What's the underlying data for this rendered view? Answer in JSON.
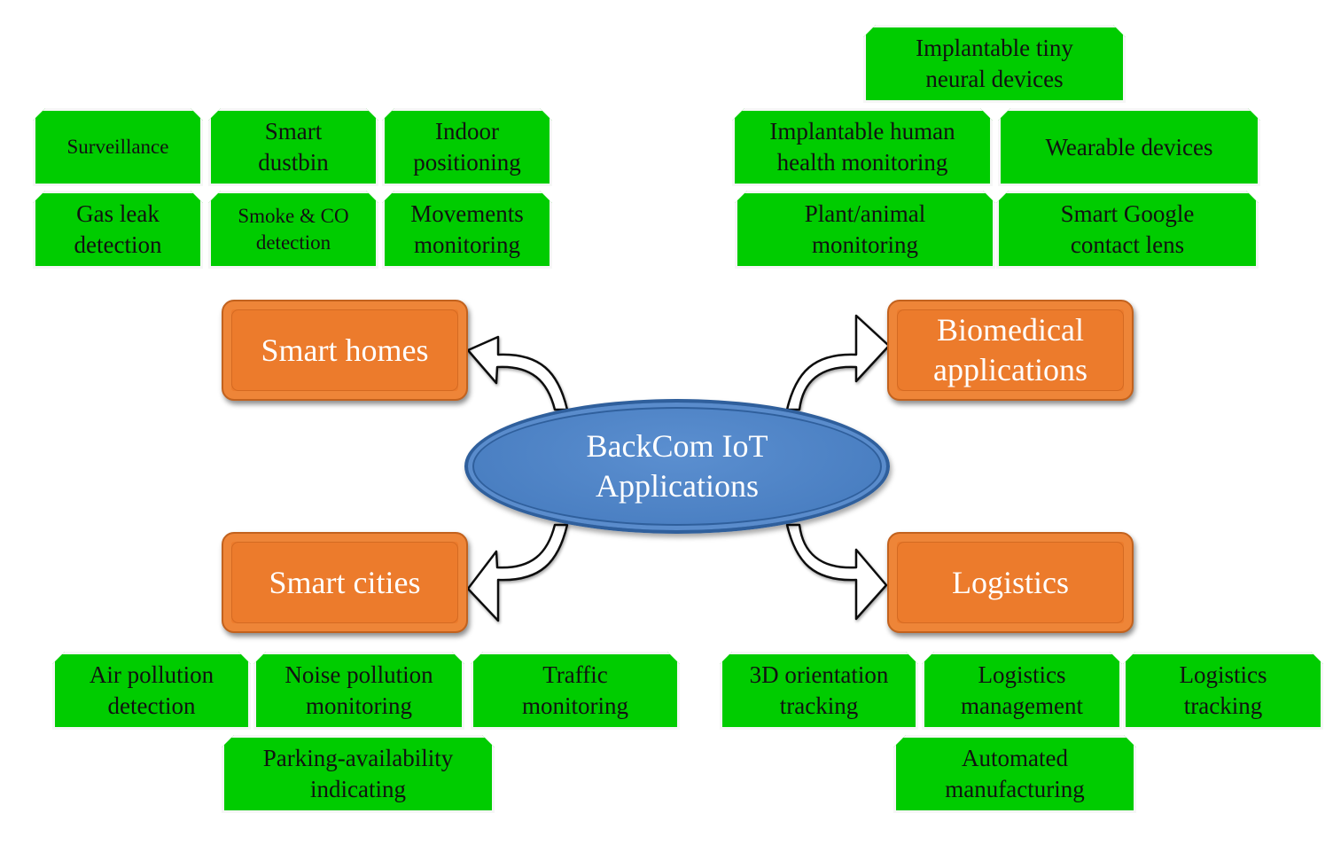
{
  "center": {
    "line1": "BackCom IoT",
    "line2": "Applications"
  },
  "categories": {
    "smart_homes": {
      "label": "Smart homes"
    },
    "biomedical": {
      "line1": "Biomedical",
      "line2": "applications"
    },
    "smart_cities": {
      "label": "Smart cities"
    },
    "logistics": {
      "label": "Logistics"
    }
  },
  "smart_homes_items": [
    {
      "line1": "Surveillance"
    },
    {
      "line1": "Smart",
      "line2": "dustbin"
    },
    {
      "line1": "Indoor",
      "line2": "positioning"
    },
    {
      "line1": "Gas leak",
      "line2": "detection"
    },
    {
      "line1": "Smoke & CO",
      "line2": "detection"
    },
    {
      "line1": "Movements",
      "line2": "monitoring"
    }
  ],
  "biomedical_items": [
    {
      "line1": "Implantable tiny",
      "line2": "neural devices"
    },
    {
      "line1": "Implantable human",
      "line2": "health monitoring"
    },
    {
      "line1": "Wearable devices"
    },
    {
      "line1": "Plant/animal",
      "line2": "monitoring"
    },
    {
      "line1": "Smart Google",
      "line2": "contact lens"
    }
  ],
  "smart_cities_items": [
    {
      "line1": "Air pollution",
      "line2": "detection"
    },
    {
      "line1": "Noise pollution",
      "line2": "monitoring"
    },
    {
      "line1": "Traffic",
      "line2": "monitoring"
    },
    {
      "line1": "Parking-availability",
      "line2": "indicating"
    }
  ],
  "logistics_items": [
    {
      "line1": "3D orientation",
      "line2": "tracking"
    },
    {
      "line1": "Logistics",
      "line2": "management"
    },
    {
      "line1": "Logistics",
      "line2": "tracking"
    },
    {
      "line1": "Automated",
      "line2": "manufacturing"
    }
  ],
  "colors": {
    "leaf_fill": "#00cc00",
    "category_fill": "#ec7b2c",
    "center_fill": "#4a7fc2"
  }
}
